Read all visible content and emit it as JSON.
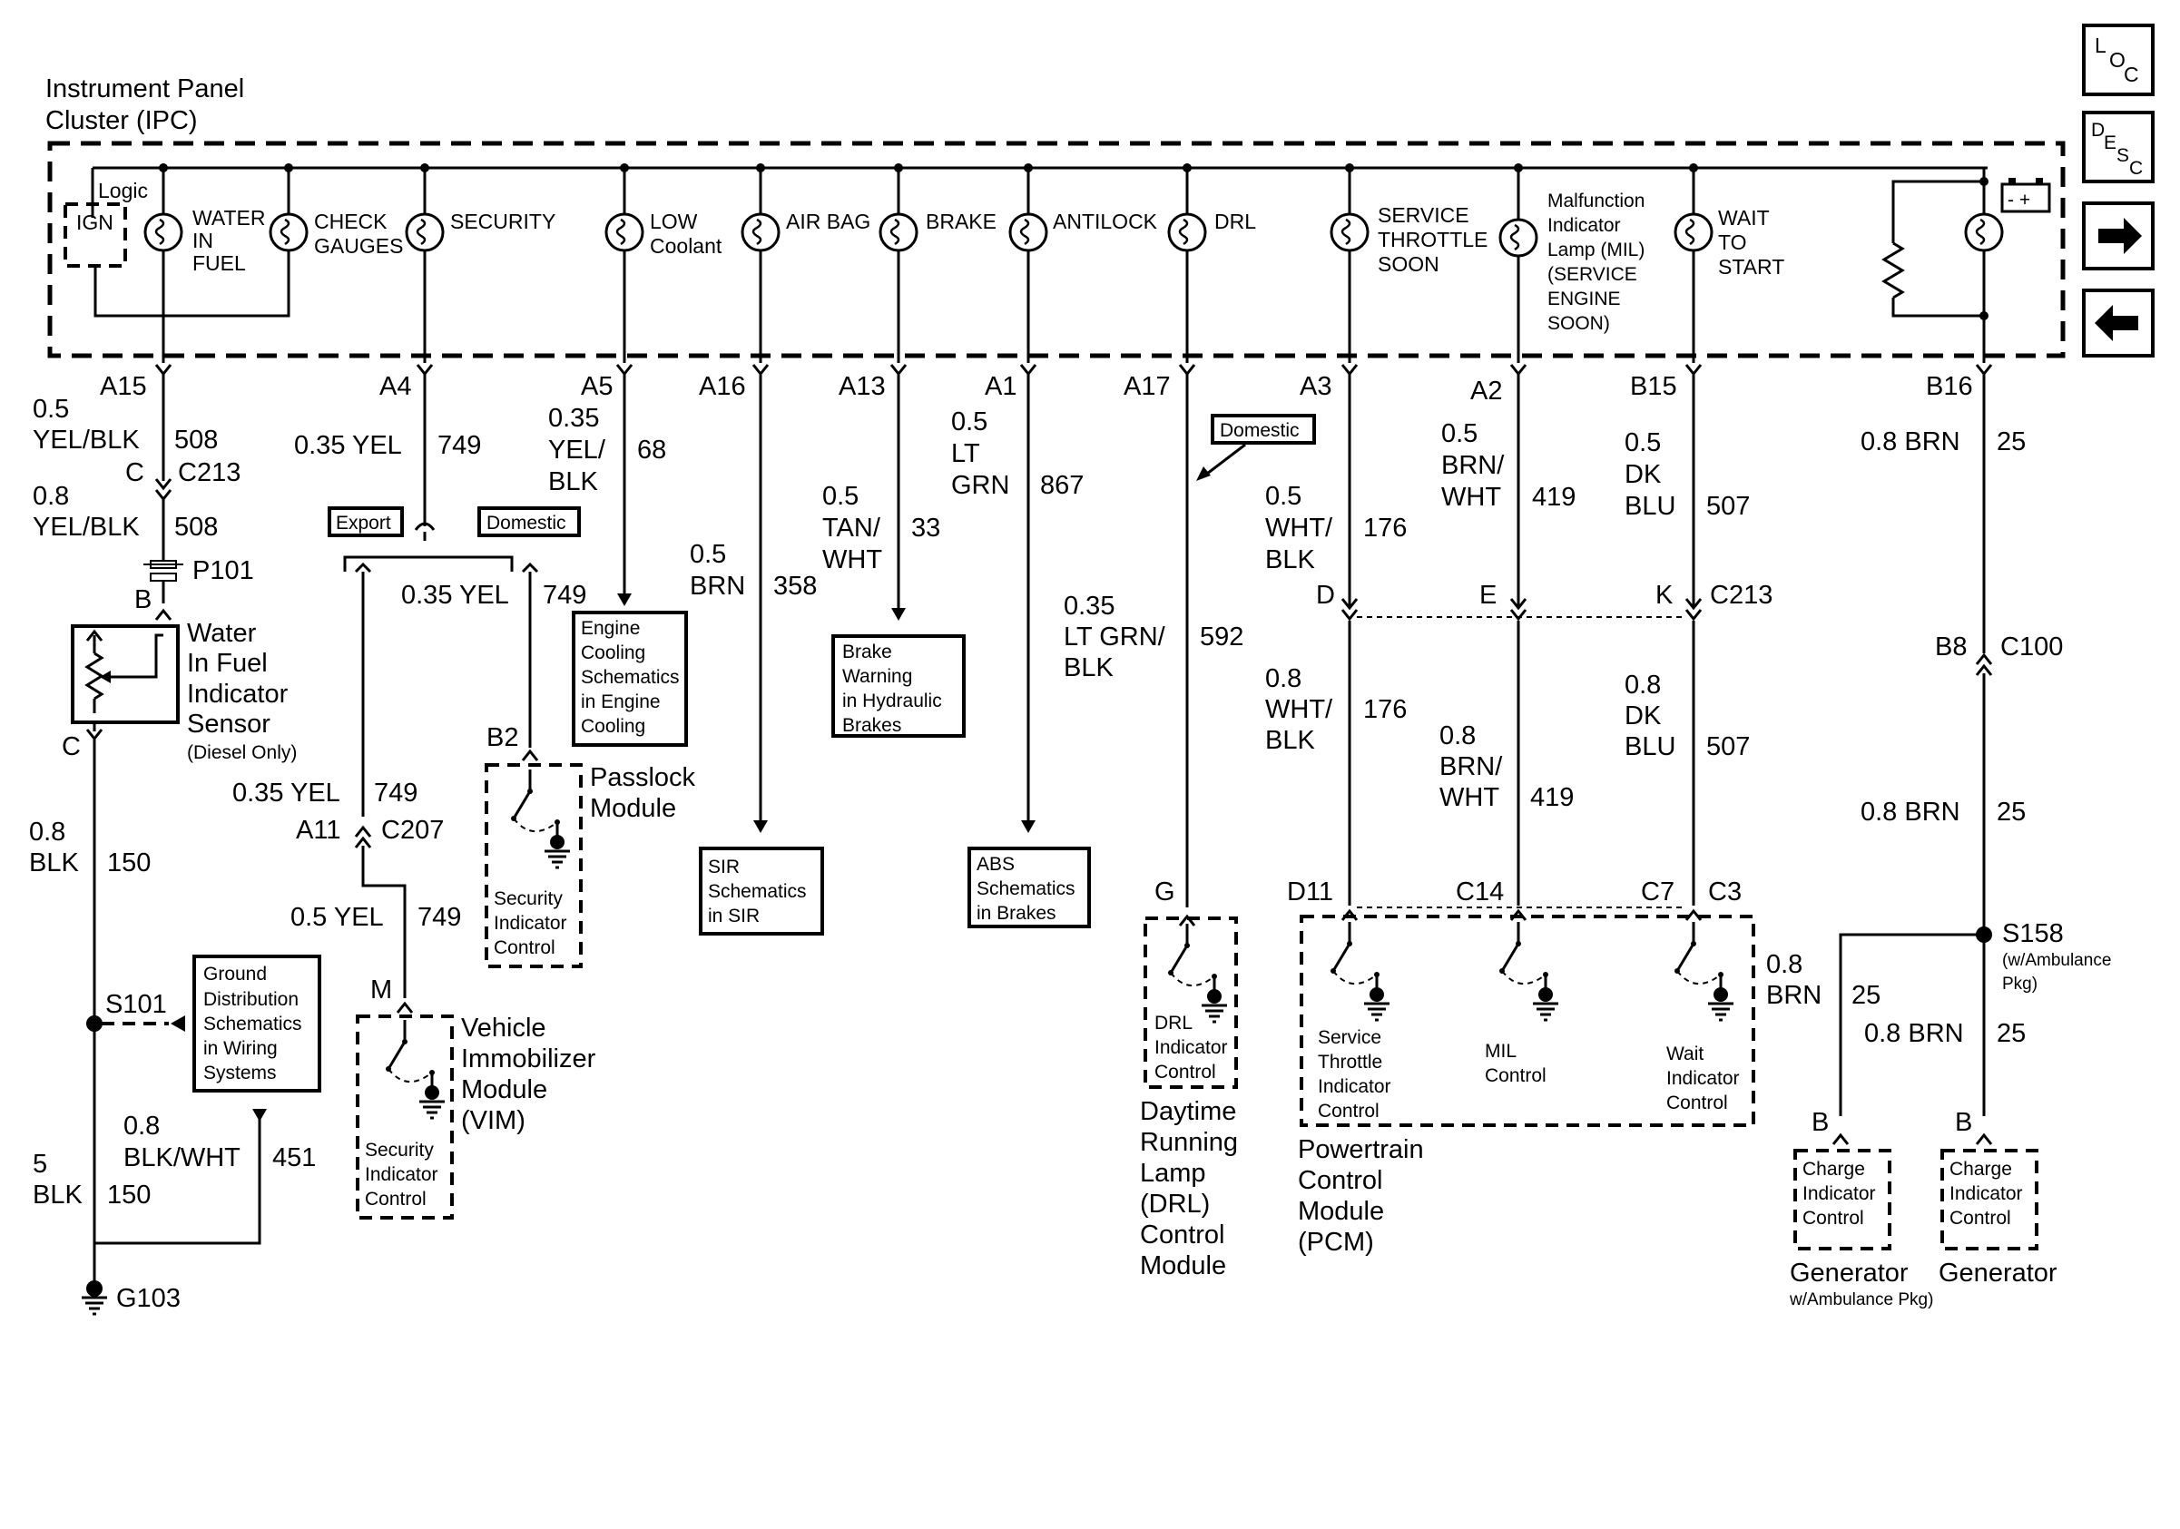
{
  "ipc": {
    "title_line1": "Instrument Panel",
    "title_line2": "Cluster (IPC)",
    "logic": "Logic",
    "ign": "IGN"
  },
  "indicators": [
    {
      "lines": [
        "WATER",
        "IN",
        "FUEL"
      ]
    },
    {
      "lines": [
        "CHECK",
        "GAUGES"
      ]
    },
    {
      "lines": [
        "SECURITY"
      ]
    },
    {
      "lines": [
        "LOW",
        "Coolant"
      ]
    },
    {
      "lines": [
        "AIR BAG"
      ]
    },
    {
      "lines": [
        "BRAKE"
      ]
    },
    {
      "lines": [
        "ANTILOCK"
      ]
    },
    {
      "lines": [
        "DRL"
      ]
    },
    {
      "lines": [
        "SERVICE",
        "THROTTLE",
        "SOON"
      ]
    },
    {
      "lines": [
        "Malfunction",
        "Indicator",
        "Lamp (MIL)",
        "(SERVICE",
        "ENGINE",
        "SOON)"
      ]
    },
    {
      "lines": [
        "WAIT",
        "TO",
        "START"
      ]
    }
  ],
  "pins": [
    "A15",
    "A4",
    "A5",
    "A16",
    "A13",
    "A1",
    "A17",
    "A3",
    "A2",
    "B15",
    "B16"
  ],
  "wire_labels": {
    "a15_size": "0.5",
    "a15_color": "YEL/BLK",
    "a15_circuit": "508",
    "c213_pin": "C",
    "c213": "C213",
    "wif_size": "0.8",
    "wif_color": "YEL/BLK",
    "wif_circuit": "508",
    "p101": "P101",
    "p101_pin": "B",
    "a4_label": "0.35 YEL",
    "a4_circuit": "749",
    "export": "Export",
    "domestic": "Domestic",
    "passlock_wire": "0.35 YEL",
    "passlock_circuit": "749",
    "a5_size": "0.35",
    "a5_color1": "YEL/",
    "a5_color2": "BLK",
    "a5_circuit": "68",
    "a16_size": "0.5",
    "a16_color": "BRN",
    "a16_circuit": "358",
    "a13_size": "0.5",
    "a13_color1": "TAN/",
    "a13_color2": "WHT",
    "a13_circuit": "33",
    "a1_size": "0.5",
    "a1_color1": "LT",
    "a1_color2": "GRN",
    "a1_circuit": "867",
    "a17_size": "0.35",
    "a17_color1": "LT GRN/",
    "a17_color2": "BLK",
    "a17_circuit": "592",
    "domestic_drl": "Domestic",
    "a3_size": "0.5",
    "a3_color1": "WHT/",
    "a3_color2": "BLK",
    "a3_circuit": "176",
    "a2_size": "0.5",
    "a2_color1": "BRN/",
    "a2_color2": "WHT",
    "a2_circuit": "419",
    "b15_size": "0.5",
    "b15_color1": "DK",
    "b15_color2": "BLU",
    "b15_circuit": "507",
    "b16_label": "0.8 BRN",
    "b16_circuit": "25",
    "c213r_d": "D",
    "c213r_e": "E",
    "c213r_k": "K",
    "c213r": "C213",
    "d_size": "0.8",
    "d_color1": "WHT/",
    "d_color2": "BLK",
    "d_circuit": "176",
    "e_size": "0.8",
    "e_color1": "BRN/",
    "e_color2": "WHT",
    "e_circuit": "419",
    "k_size": "0.8",
    "k_color1": "DK",
    "k_color2": "BLU",
    "k_circuit": "507",
    "c100_pin": "B8",
    "c100": "C100",
    "gen_wire": "0.8 BRN",
    "gen_circuit": "25",
    "s158": "S158",
    "s158_note1": "(w/Ambulance",
    "s158_note2": "Pkg)",
    "amb_size": "0.8",
    "amb_color": "BRN",
    "amb_circuit": "25",
    "gen2_wire": "0.8 BRN",
    "gen2_circuit": "25",
    "c_pin": "C",
    "ground_size": "0.8",
    "ground_color": "BLK",
    "ground_circuit": "150",
    "s101": "S101",
    "g_blkwht_size": "0.8",
    "g_blkwht_color": "BLK/WHT",
    "g_blkwht_circuit": "451",
    "g_main_size": "5",
    "g_main_color": "BLK",
    "g_main_circuit": "150",
    "g103": "G103",
    "c207_wire": "0.35 YEL",
    "c207_circuit": "749",
    "c207_pin": "A11",
    "c207": "C207",
    "vim_wire": "0.5 YEL",
    "vim_circuit": "749",
    "vim_pin": "M",
    "b2_pin": "B2",
    "g_pin": "G",
    "d11": "D11",
    "c14": "C14",
    "c7": "C7",
    "c3": "C3",
    "gen_amb_pin": "B",
    "gen_pin": "B"
  },
  "boxes": {
    "engine_cooling": [
      "Engine",
      "Cooling",
      "Schematics",
      "in Engine",
      "Cooling"
    ],
    "brake_warning": [
      "Brake",
      "Warning",
      "in Hydraulic",
      "Brakes"
    ],
    "sir": [
      "SIR",
      "Schematics",
      "in SIR"
    ],
    "abs": [
      "ABS",
      "Schematics",
      "in Brakes"
    ],
    "ground_dist": [
      "Ground",
      "Distribution",
      "Schematics",
      "in Wiring",
      "Systems"
    ]
  },
  "components": {
    "wif": [
      "Water",
      "In Fuel",
      "Indicator",
      "Sensor"
    ],
    "wif_note": "(Diesel Only)",
    "passlock": [
      "Passlock",
      "Module"
    ],
    "passlock_ctrl": [
      "Security",
      "Indicator",
      "Control"
    ],
    "vim": [
      "Vehicle",
      "Immobilizer",
      "Module",
      "(VIM)"
    ],
    "vim_ctrl": [
      "Security",
      "Indicator",
      "Control"
    ],
    "drl_ctrl": [
      "DRL",
      "Indicator",
      "Control"
    ],
    "drl_module": [
      "Daytime",
      "Running",
      "Lamp",
      "(DRL)",
      "Control",
      "Module"
    ],
    "pcm_stc": [
      "Service",
      "Throttle",
      "Indicator",
      "Control"
    ],
    "pcm_mil": [
      "MIL",
      "Control"
    ],
    "pcm_wait": [
      "Wait",
      "Indicator",
      "Control"
    ],
    "pcm": [
      "Powertrain",
      "Control",
      "Module",
      "(PCM)"
    ],
    "charge1": [
      "Charge",
      "Indicator",
      "Control"
    ],
    "charge2": [
      "Charge",
      "Indicator",
      "Control"
    ],
    "generator_amb": "Generator",
    "generator_amb_note": "w/Ambulance Pkg)",
    "generator": "Generator"
  },
  "nav": {
    "loc": {
      "l": "L",
      "o": "O",
      "c": "C"
    },
    "desc": {
      "d": "D",
      "e": "E",
      "s": "S",
      "c": "C"
    },
    "battery": "- +"
  }
}
